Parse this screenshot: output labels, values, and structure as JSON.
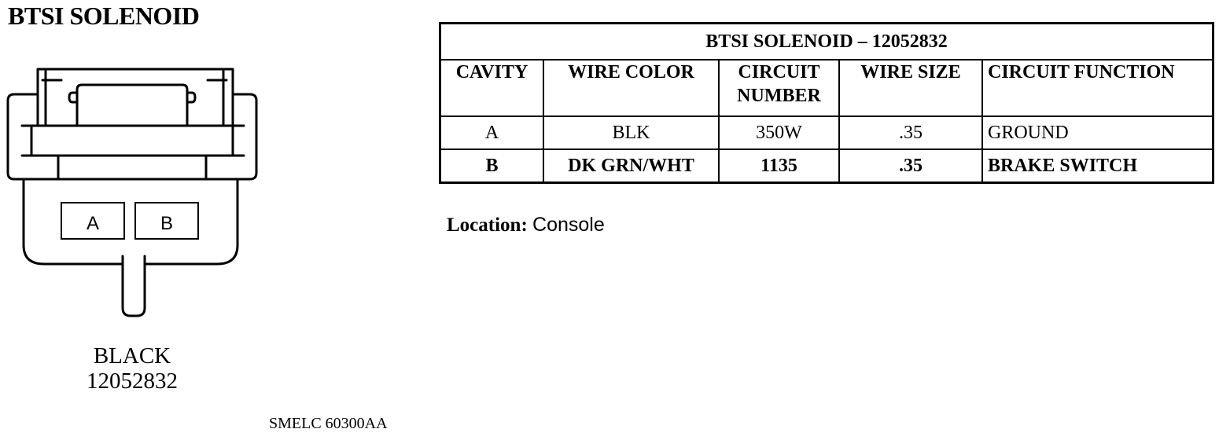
{
  "title": "BTSI SOLENOID",
  "connector": {
    "cavities": [
      "A",
      "B"
    ],
    "color": "BLACK",
    "part_number": "12052832"
  },
  "table": {
    "caption": "BTSI SOLENOID – 12052832",
    "headers": [
      "CAVITY",
      "WIRE COLOR",
      "CIRCUIT NUMBER",
      "WIRE SIZE",
      "CIRCUIT FUNCTION"
    ],
    "rows": [
      {
        "cavity": "A",
        "wire_color": "BLK",
        "circuit_number": "350W",
        "wire_size": ".35",
        "function": "GROUND"
      },
      {
        "cavity": "B",
        "wire_color": "DK GRN/WHT",
        "circuit_number": "1135",
        "wire_size": ".35",
        "function": "BRAKE SWITCH"
      }
    ]
  },
  "location": {
    "label": "Location:",
    "value": "Console"
  },
  "footer_code": "SMELC 60300AA"
}
